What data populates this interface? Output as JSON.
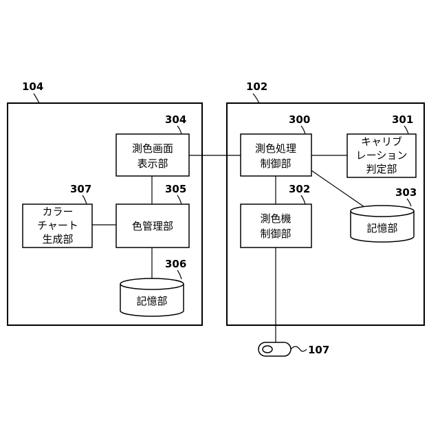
{
  "apparatus": [
    {
      "ref": "104"
    },
    {
      "ref": "102"
    }
  ],
  "blocks": {
    "b304": {
      "ref": "304",
      "lines": [
        "測色画面",
        "表示部"
      ]
    },
    "b305": {
      "ref": "305",
      "lines": [
        "色管理部"
      ]
    },
    "b307": {
      "ref": "307",
      "lines": [
        "カラー",
        "チャート",
        "生成部"
      ]
    },
    "b306": {
      "ref": "306",
      "lines": [
        "記憶部"
      ]
    },
    "b300": {
      "ref": "300",
      "lines": [
        "測色処理",
        "制御部"
      ]
    },
    "b301": {
      "ref": "301",
      "lines": [
        "キャリブ",
        "レーション",
        "判定部"
      ]
    },
    "b302": {
      "ref": "302",
      "lines": [
        "測色機",
        "制御部"
      ]
    },
    "b303": {
      "ref": "303",
      "lines": [
        "記憶部"
      ]
    }
  },
  "device": {
    "ref": "107"
  }
}
